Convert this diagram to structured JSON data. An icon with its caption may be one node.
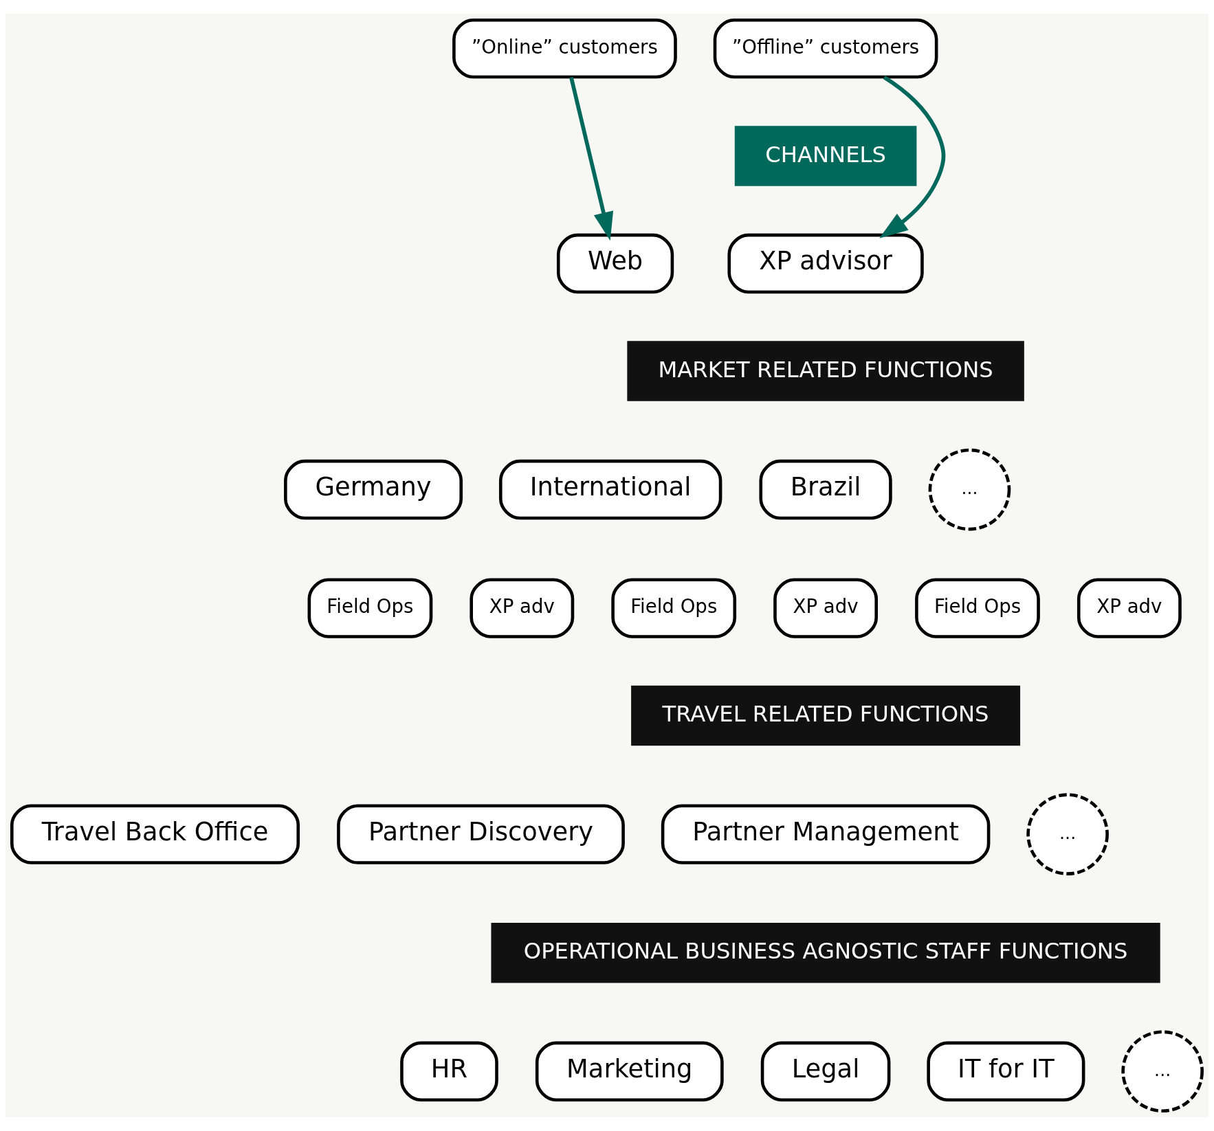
{
  "diagram": {
    "nodes": [
      {
        "text": [
          "”Online” customers"
        ]
      },
      {
        "text": [
          "”Offline” customers"
        ]
      },
      {
        "text": [
          "CHANNELS"
        ]
      },
      {
        "text": [
          "Web"
        ]
      },
      {
        "text": [
          "XP advisor"
        ]
      },
      {
        "text": [
          "MARKET RELATED FUNCTIONS"
        ]
      },
      {
        "text": [
          "Germany"
        ]
      },
      {
        "text": [
          "International"
        ]
      },
      {
        "text": [
          "Brazil"
        ]
      },
      {
        "text": [
          "..."
        ]
      },
      {
        "text": [
          "Field Ops"
        ]
      },
      {
        "text": [
          "XP adv"
        ]
      },
      {
        "text": [
          "Field Ops"
        ]
      },
      {
        "text": [
          "XP adv"
        ]
      },
      {
        "text": [
          "Field Ops"
        ]
      },
      {
        "text": [
          "XP adv"
        ]
      },
      {
        "text": [
          "TRAVEL RELATED FUNCTIONS"
        ]
      },
      {
        "text": [
          "Travel Back Office"
        ]
      },
      {
        "text": [
          "Partner Discovery"
        ]
      },
      {
        "text": [
          "Partner Management"
        ]
      },
      {
        "text": [
          "..."
        ]
      },
      {
        "text": [
          "OPERATIONAL BUSINESS AGNOSTIC STAFF FUNCTIONS"
        ]
      },
      {
        "text": [
          "HR"
        ]
      },
      {
        "text": [
          "Marketing"
        ]
      },
      {
        "text": [
          "Legal"
        ]
      },
      {
        "text": [
          "IT for IT"
        ]
      },
      {
        "text": [
          "..."
        ]
      }
    ],
    "edges": [
      {
        "from": 0,
        "to": 3,
        "arrow": "to"
      },
      {
        "from": 1,
        "to": 4,
        "arrow": "to"
      }
    ]
  }
}
